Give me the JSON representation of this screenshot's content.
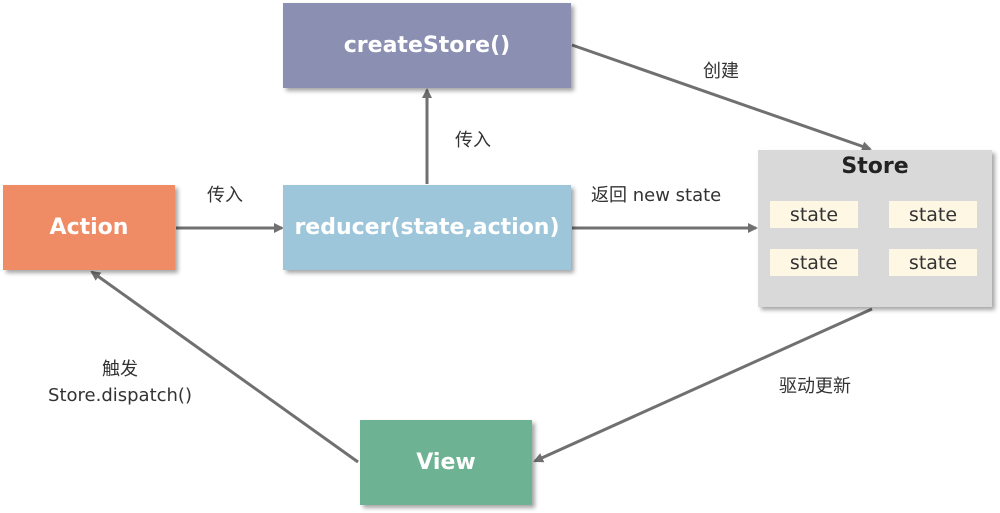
{
  "nodes": {
    "create_store": "createStore()",
    "reducer": "reducer(state,action)",
    "action": "Action",
    "view": "View",
    "store": {
      "title": "Store",
      "cells": [
        "state",
        "state",
        "state",
        "state"
      ]
    }
  },
  "edges": {
    "create": "创建",
    "pass_up": "传入",
    "pass_left": "传入",
    "return_state": "返回 new state",
    "drive_update": "驱动更新",
    "trigger_line1": "触发",
    "trigger_line2": "Store.dispatch()"
  },
  "colors": {
    "create_store": "#8b8fb1",
    "reducer": "#9dc6da",
    "action": "#ef8c65",
    "view": "#6db393",
    "store": "#d9d9d9",
    "state_cell": "#fdf7e4",
    "arrow": "#707070"
  }
}
